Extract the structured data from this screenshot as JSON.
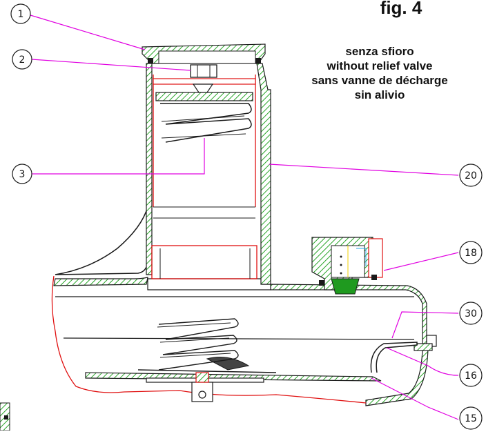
{
  "figure": {
    "title": "fig. 4",
    "caption_lines": [
      "senza sfioro",
      "without relief valve",
      "sans vanne de décharge",
      "sin alivio"
    ]
  },
  "callouts": [
    {
      "id": "callout-1",
      "label": "1"
    },
    {
      "id": "callout-2",
      "label": "2"
    },
    {
      "id": "callout-3",
      "label": "3"
    },
    {
      "id": "callout-20",
      "label": "20"
    },
    {
      "id": "callout-18",
      "label": "18"
    },
    {
      "id": "callout-30",
      "label": "30"
    },
    {
      "id": "callout-16",
      "label": "16"
    },
    {
      "id": "callout-15",
      "label": "15"
    }
  ],
  "colors": {
    "section_green": "#2aa52a",
    "leader_magenta": "#e100e1",
    "outline_red": "#e01010",
    "line_dark": "#1a1a1a"
  }
}
